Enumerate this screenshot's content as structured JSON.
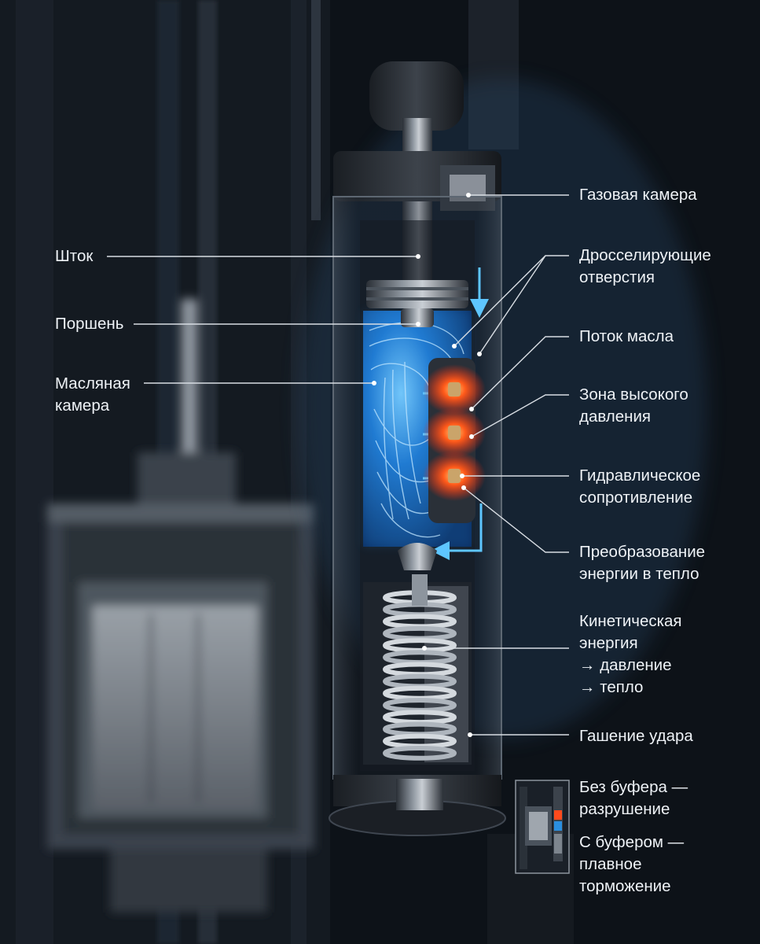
{
  "labels_left": {
    "rod": "Шток",
    "piston": "Поршень",
    "oil_chamber": [
      "Масляная",
      "камера"
    ]
  },
  "labels_right": {
    "gas_chamber": "Газовая камера",
    "throttle_holes": [
      "Дросселирующие",
      "отверстия"
    ],
    "oil_flow": "Поток масла",
    "high_pressure": [
      "Зона высокого",
      "давления"
    ],
    "hydraulic_resistance": [
      "Гидравлическое",
      "сопротивление"
    ],
    "heat_conversion": [
      "Преобразование",
      "энергии в тепло"
    ],
    "kinetic_energy": [
      "Кинетическая",
      "энергия",
      "→ давление",
      "→ тепло"
    ],
    "impact_damping": "Гашение удара"
  },
  "comparison": {
    "without_buffer": [
      "Без буфера —",
      "разрушение"
    ],
    "with_buffer": [
      "С буфером —",
      "плавное",
      "торможение"
    ]
  },
  "colors": {
    "background": "#0c1119",
    "oil_blue": "#2a8fe0",
    "pressure_red": "#ff3a14",
    "metal": "#9aa3ad",
    "text": "#eef2f6",
    "callout_line": "#d8dde3"
  }
}
